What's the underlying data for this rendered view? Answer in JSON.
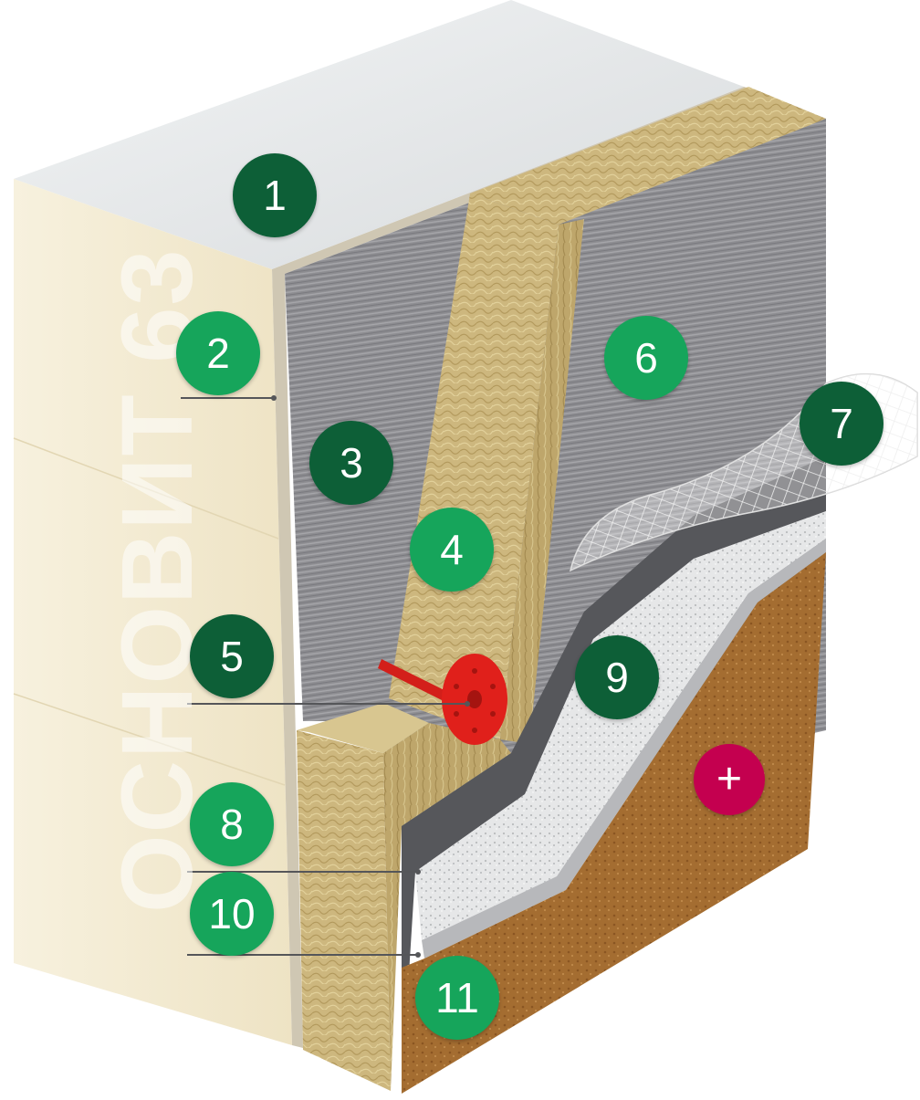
{
  "colors": {
    "dark_green": "#0d5f37",
    "light_green": "#16a55b",
    "plus_magenta": "#c4004f",
    "substrate_face": "#f4ecd6",
    "substrate_top": "#eef0f1",
    "mesh_grey": "#8e8e92",
    "wool_yellow": "#cdb880",
    "primer_dark": "#58595d",
    "plaster_white": "#e8e9ea",
    "finish_brown": "#a06a30",
    "dowel_red": "#e0201b"
  },
  "watermark": "ОСНОВИТ 63",
  "markers": [
    {
      "label": "1",
      "tone": "dark"
    },
    {
      "label": "2",
      "tone": "light"
    },
    {
      "label": "3",
      "tone": "dark"
    },
    {
      "label": "4",
      "tone": "light"
    },
    {
      "label": "5",
      "tone": "dark"
    },
    {
      "label": "6",
      "tone": "light"
    },
    {
      "label": "7",
      "tone": "dark"
    },
    {
      "label": "8",
      "tone": "light"
    },
    {
      "label": "9",
      "tone": "dark"
    },
    {
      "label": "10",
      "tone": "light"
    },
    {
      "label": "11",
      "tone": "light"
    },
    {
      "label": "+",
      "tone": "plus"
    }
  ]
}
